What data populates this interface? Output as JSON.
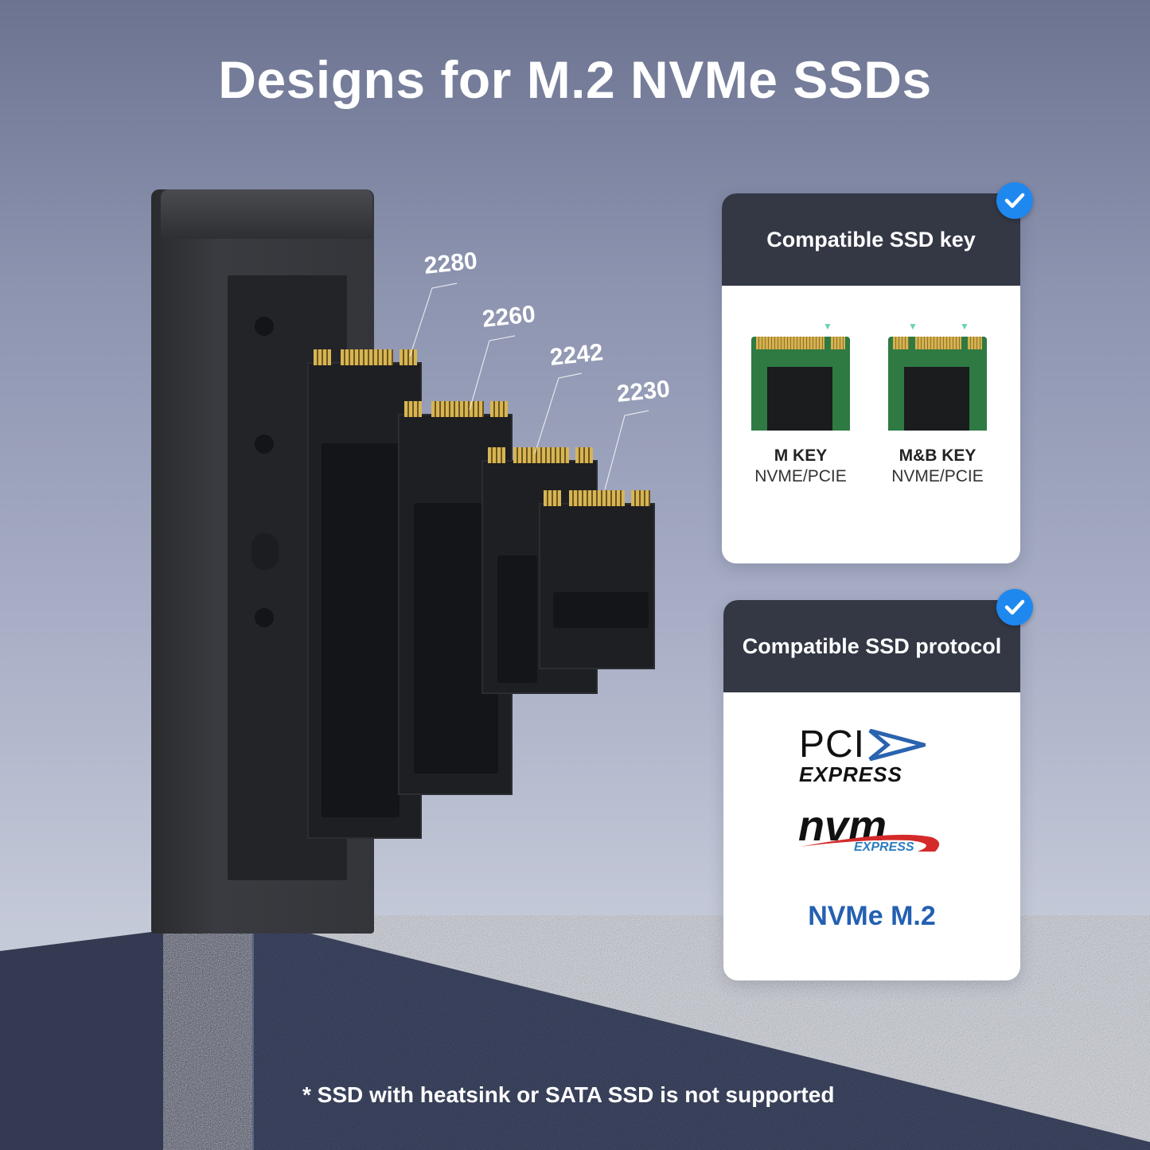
{
  "headline": "Designs for M.2 NVMe SSDs",
  "ssd_sizes": [
    "2280",
    "2260",
    "2242",
    "2230"
  ],
  "cards": [
    {
      "title": "Compatible SSD key",
      "badge_icon": "check-icon",
      "keys": [
        {
          "name": "M KEY",
          "protocol": "NVME/PCIE"
        },
        {
          "name": "M&B KEY",
          "protocol": "NVME/PCIE"
        }
      ]
    },
    {
      "title": "Compatible SSD protocol",
      "badge_icon": "check-icon",
      "logos": {
        "pci_top": "PCI",
        "pci_bottom": "EXPRESS",
        "nvm_top": "nvm",
        "nvm_bottom": "EXPRESS"
      },
      "label": "NVMe M.2"
    }
  ],
  "footnote": "* SSD with heatsink or SATA SSD is not supported",
  "colors": {
    "card_header": "#343845",
    "check_badge": "#1e88ef",
    "nvme_label": "#2360b2",
    "pedestal": "#3e4763"
  }
}
